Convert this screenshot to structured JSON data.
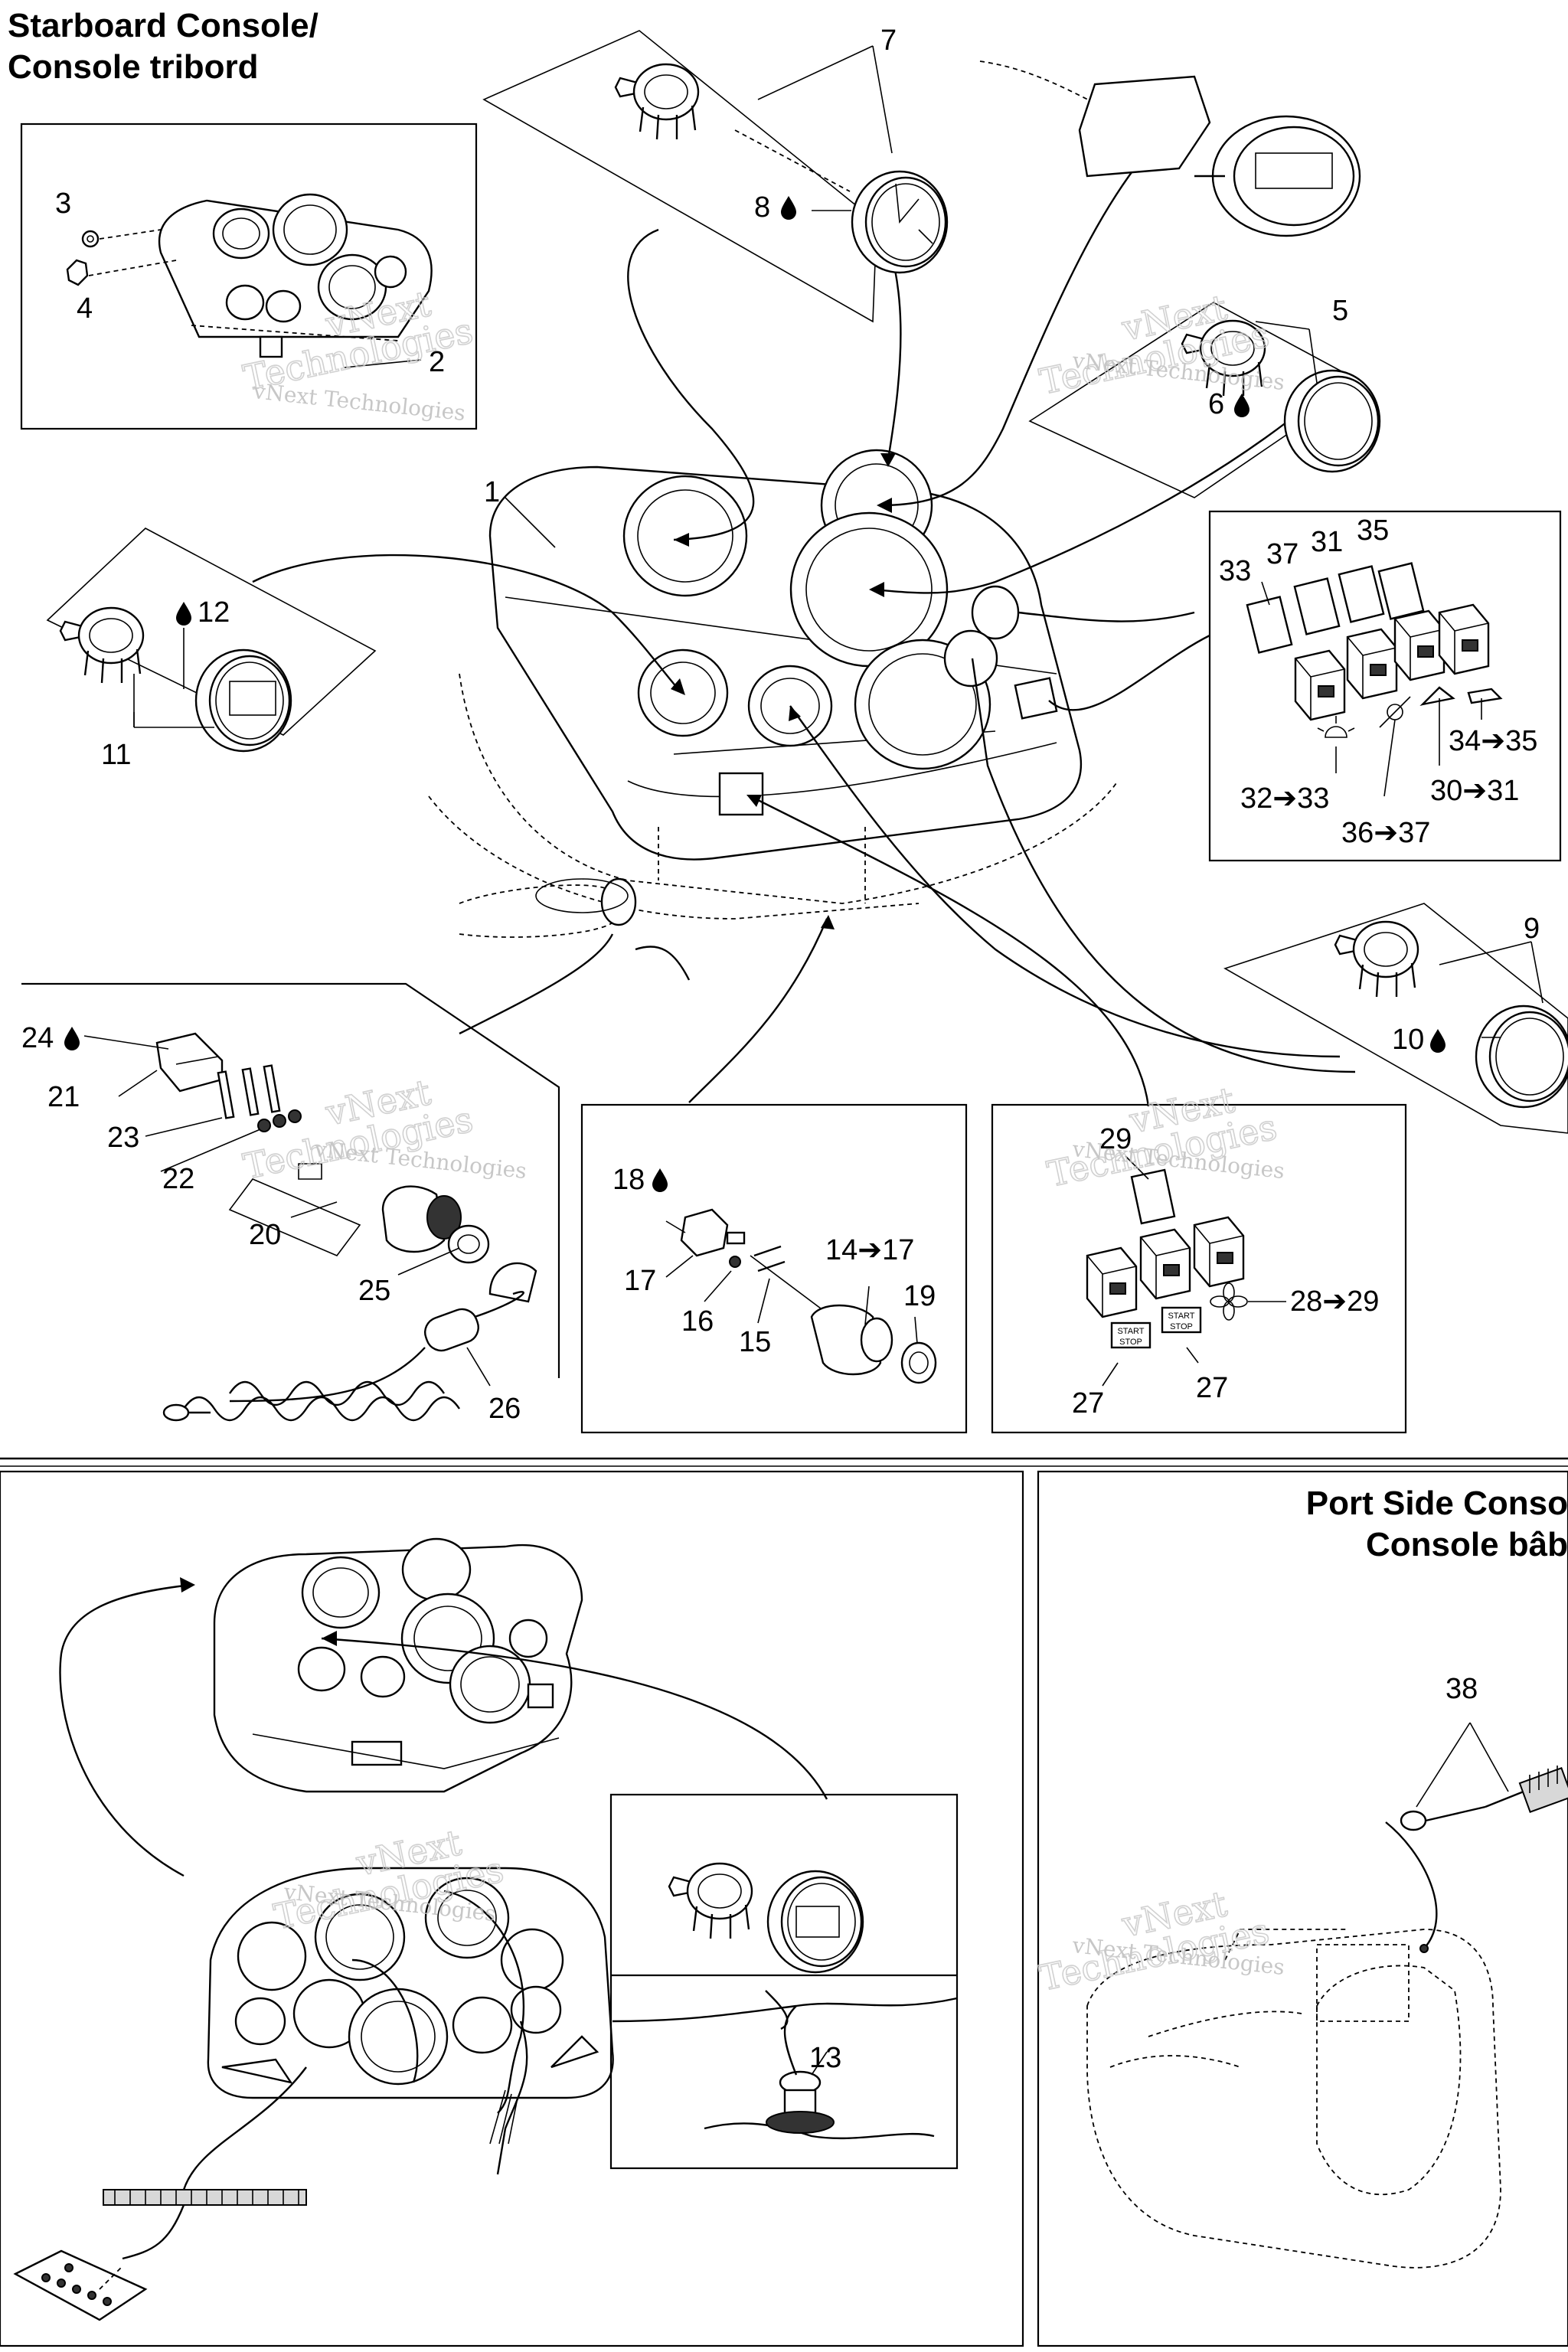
{
  "titles": {
    "starboard_en": "Starboard Console/",
    "starboard_fr": "Console tribord",
    "port_en": "Port Side Conso",
    "port_fr": "Console bâb"
  },
  "watermark": {
    "line1": "vNext",
    "line2": "vNext Technologies",
    "line3": "Technologies"
  },
  "callouts": [
    {
      "id": "c1",
      "text": "1"
    },
    {
      "id": "c2",
      "text": "2"
    },
    {
      "id": "c3",
      "text": "3"
    },
    {
      "id": "c4",
      "text": "4"
    },
    {
      "id": "c5",
      "text": "5"
    },
    {
      "id": "c6",
      "text": "6"
    },
    {
      "id": "c7",
      "text": "7"
    },
    {
      "id": "c8",
      "text": "8"
    },
    {
      "id": "c9",
      "text": "9"
    },
    {
      "id": "c10",
      "text": "10"
    },
    {
      "id": "c11",
      "text": "11"
    },
    {
      "id": "c12",
      "text": "12"
    },
    {
      "id": "c13",
      "text": "13"
    },
    {
      "id": "c14",
      "text": "14➔17"
    },
    {
      "id": "c15",
      "text": "15"
    },
    {
      "id": "c16",
      "text": "16"
    },
    {
      "id": "c17",
      "text": "17"
    },
    {
      "id": "c18",
      "text": "18"
    },
    {
      "id": "c19",
      "text": "19"
    },
    {
      "id": "c20",
      "text": "20"
    },
    {
      "id": "c21",
      "text": "21"
    },
    {
      "id": "c22",
      "text": "22"
    },
    {
      "id": "c23",
      "text": "23"
    },
    {
      "id": "c24",
      "text": "24"
    },
    {
      "id": "c25",
      "text": "25"
    },
    {
      "id": "c26",
      "text": "26"
    },
    {
      "id": "c27a",
      "text": "27"
    },
    {
      "id": "c27b",
      "text": "27"
    },
    {
      "id": "c28",
      "text": "28➔29"
    },
    {
      "id": "c29",
      "text": "29"
    },
    {
      "id": "c30",
      "text": "30➔31"
    },
    {
      "id": "c31",
      "text": "31"
    },
    {
      "id": "c32",
      "text": "32➔33"
    },
    {
      "id": "c33",
      "text": "33"
    },
    {
      "id": "c34",
      "text": "34➔35"
    },
    {
      "id": "c35",
      "text": "35"
    },
    {
      "id": "c36",
      "text": "36➔37"
    },
    {
      "id": "c37",
      "text": "37"
    },
    {
      "id": "c38",
      "text": "38"
    }
  ],
  "switch_labels": {
    "start_stop_line1": "START",
    "start_stop_line2": "STOP"
  }
}
